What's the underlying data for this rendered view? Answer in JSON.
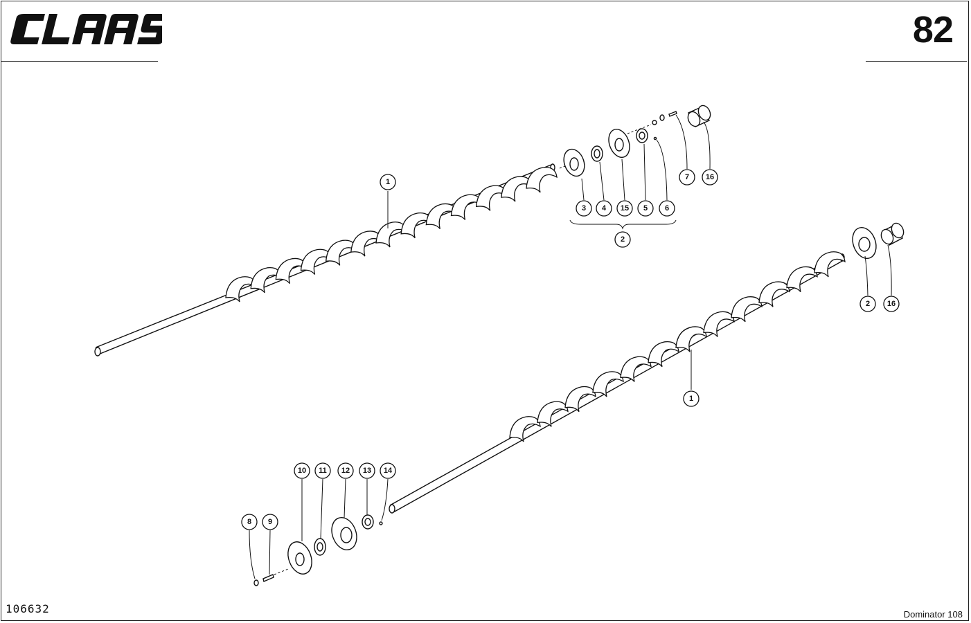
{
  "header": {
    "brand": "CLAAS",
    "page_number": "82"
  },
  "footer": {
    "drawing_number": "106632",
    "model": "Dominator 108"
  },
  "callouts": {
    "upper_1": "1",
    "upper_3": "3",
    "upper_4": "4",
    "upper_15": "15",
    "upper_5": "5",
    "upper_6": "6",
    "upper_7": "7",
    "upper_16": "16",
    "upper_2": "2",
    "right_2": "2",
    "right_16": "16",
    "lower_1": "1",
    "c10": "10",
    "c11": "11",
    "c12": "12",
    "c13": "13",
    "c14": "14",
    "c8": "8",
    "c9": "9"
  }
}
